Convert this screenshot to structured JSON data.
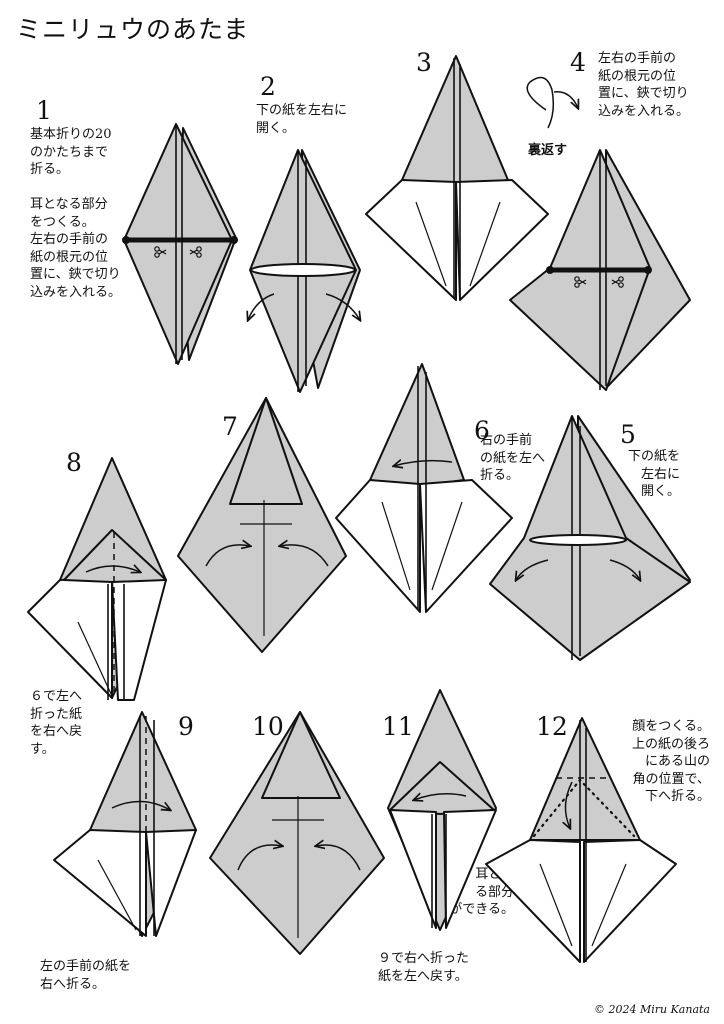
{
  "title": "ミニリュウのあたま",
  "copyright": "© 2024 Miru Kanata",
  "steps": {
    "s1": {
      "num": "1",
      "text": "基本折りの20\nのかたちまで\n折る。\n\n耳となる部分\nをつくる。\n左右の手前の\n紙の根元の位\n置に、鋏で切り\n込みを入れる。"
    },
    "s2": {
      "num": "2",
      "text": "下の紙を左右に\n開く。"
    },
    "s3": {
      "num": "3"
    },
    "s4": {
      "num": "4",
      "text": "左右の手前の\n紙の根元の位\n置に、鋏で切り\n込みを入れる。",
      "flip": "裏返す"
    },
    "s5": {
      "num": "5",
      "text": "下の紙を\n左右に\n開く。"
    },
    "s6": {
      "num": "6",
      "text": "右の手前\nの紙を左へ\n折る。"
    },
    "s7": {
      "num": "7"
    },
    "s8": {
      "num": "8",
      "text": "６で左へ\n折った紙\nを右へ戻\nす。"
    },
    "s9": {
      "num": "9",
      "text": "左の手前の紙を\n右へ折る。"
    },
    "s10": {
      "num": "10"
    },
    "s11": {
      "num": "11",
      "text": "９で右へ折った\n紙を左へ戻す。",
      "note": "耳とな\nる部分\nができる。"
    },
    "s12": {
      "num": "12",
      "text": "顔をつくる。\n上の紙の後ろ\nにある山の\n角の位置で、\n下へ折る。"
    }
  },
  "icons": {
    "scissors": "scissors-icon",
    "flip": "flip-over-icon"
  }
}
